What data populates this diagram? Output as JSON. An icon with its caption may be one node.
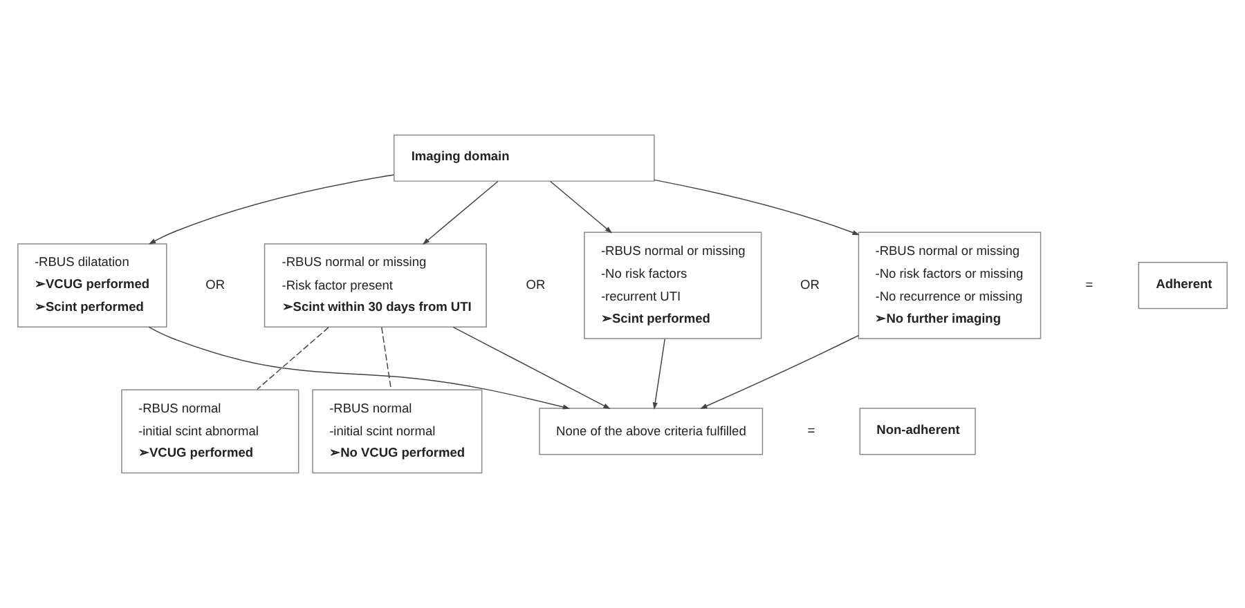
{
  "diagram": {
    "nodes": [
      {
        "text": [
          "Imaging domain"
        ]
      },
      {
        "text": [
          "-RBUS dilatation",
          "**➢VCUG performed**",
          "**➢Scint performed**"
        ]
      },
      {
        "text": [
          "-RBUS normal or missing",
          "-Risk factor present",
          "**➢Scint within 30 days from UTI**"
        ]
      },
      {
        "text": [
          "-RBUS normal or missing",
          "-No risk factors",
          "-recurrent UTI",
          "**➢Scint performed**"
        ]
      },
      {
        "text": [
          "-RBUS normal or missing",
          "-No risk factors or missing",
          "-No recurrence or missing",
          "**➢No further imaging**"
        ]
      },
      {
        "text": [
          "Adherent"
        ]
      },
      {
        "text": [
          "None of the above criteria fulfilled"
        ]
      },
      {
        "text": [
          "Non-adherent"
        ]
      },
      {
        "text": [
          "-RBUS normal",
          "-initial scint abnormal",
          "**➢VCUG performed**"
        ]
      },
      {
        "text": [
          "-RBUS normal",
          "-initial scint normal",
          "**➢No VCUG performed**"
        ]
      }
    ],
    "edges": [
      {
        "from": 0,
        "to": 1,
        "arrow": "to"
      },
      {
        "from": 0,
        "to": 2,
        "arrow": "to"
      },
      {
        "from": 0,
        "to": 3,
        "arrow": "to"
      },
      {
        "from": 0,
        "to": 4,
        "arrow": "to"
      },
      {
        "from": 1,
        "to": 6,
        "arrow": "to"
      },
      {
        "from": 2,
        "to": 6,
        "arrow": "to"
      },
      {
        "from": 3,
        "to": 6,
        "arrow": "to"
      },
      {
        "from": 4,
        "to": 6,
        "arrow": "to"
      },
      {
        "from": 2,
        "to": 8,
        "arrow": "none",
        "style": "dashed"
      },
      {
        "from": 2,
        "to": 9,
        "arrow": "none",
        "style": "dashed"
      }
    ],
    "labels": [
      "OR",
      "OR",
      "OR",
      "=",
      "="
    ]
  }
}
